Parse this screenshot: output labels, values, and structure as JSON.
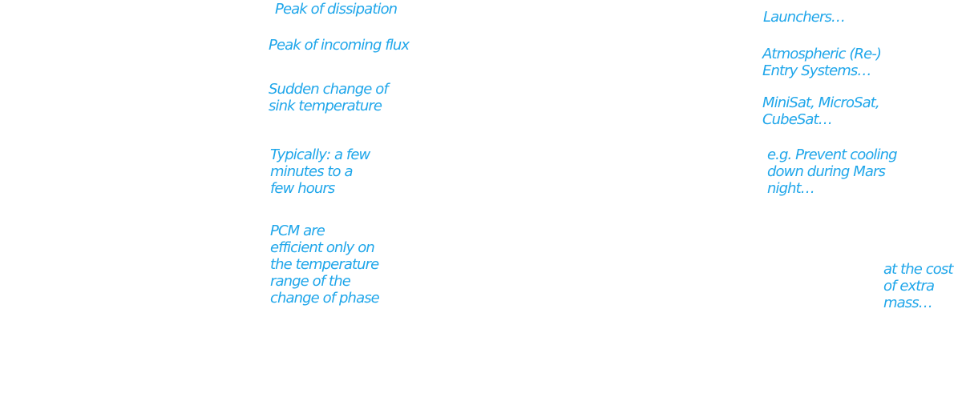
{
  "left_notes": {
    "peak_dissipation": "Peak of dissipation",
    "peak_incoming_flux": "Peak of incoming flux",
    "sudden_change": "Sudden change of\nsink temperature",
    "typically_duration": "Typically: a few\nminutes to a\nfew hours",
    "pcm_efficiency": "PCM are\nefficient only on\nthe temperature\nrange of the\nchange of phase"
  },
  "right_notes": {
    "launchers": "Launchers…",
    "atmospheric_entry": "Atmospheric (Re-)\nEntry Systems…",
    "small_sats": "MiniSat, MicroSat,\nCubeSat…",
    "mars_example": "e.g. Prevent cooling\ndown during Mars\nnight…",
    "extra_mass": "at the cost\nof extra\nmass…"
  },
  "colors": {
    "text": "#1fa6ea",
    "background": "#ffffff"
  }
}
